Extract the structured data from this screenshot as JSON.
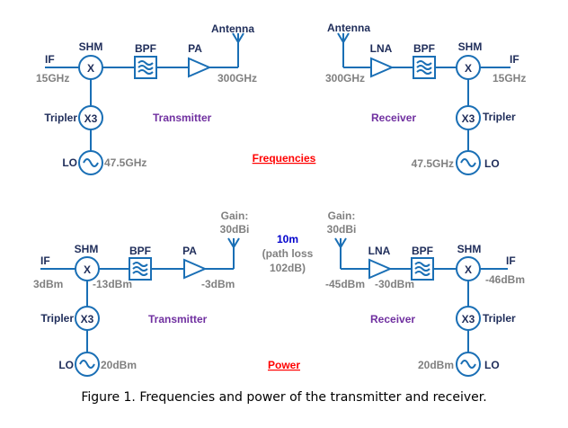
{
  "frequencies": {
    "title": "Frequencies",
    "transmitter": {
      "section_label": "Transmitter",
      "if_label": "IF",
      "if_value": "15GHz",
      "mixer_label": "SHM",
      "mixer_symbol": "X",
      "filter_label": "BPF",
      "amp_label": "PA",
      "antenna_label": "Antenna",
      "antenna_value": "300GHz",
      "tripler_label": "Tripler",
      "tripler_symbol": "X3",
      "lo_label": "LO",
      "lo_value": "47.5GHz"
    },
    "receiver": {
      "section_label": "Receiver",
      "antenna_label": "Antenna",
      "antenna_value": "300GHz",
      "amp_label": "LNA",
      "filter_label": "BPF",
      "mixer_label": "SHM",
      "mixer_symbol": "X",
      "if_label": "IF",
      "if_value": "15GHz",
      "tripler_label": "Tripler",
      "tripler_symbol": "X3",
      "lo_label": "LO",
      "lo_value": "47.5GHz"
    }
  },
  "power": {
    "title": "Power",
    "link": {
      "distance": "10m",
      "path_loss_line1": "(path loss",
      "path_loss_line2": "102dB)"
    },
    "transmitter": {
      "section_label": "Transmitter",
      "if_label": "IF",
      "if_value": "3dBm",
      "mixer_label": "SHM",
      "mixer_symbol": "X",
      "mixer_out_value": "-13dBm",
      "filter_label": "BPF",
      "amp_label": "PA",
      "amp_out_value": "-3dBm",
      "antenna_gain_line1": "Gain:",
      "antenna_gain_line2": "30dBi",
      "tripler_label": "Tripler",
      "tripler_symbol": "X3",
      "lo_label": "LO",
      "lo_value": "20dBm"
    },
    "receiver": {
      "section_label": "Receiver",
      "antenna_gain_line1": "Gain:",
      "antenna_gain_line2": "30dBi",
      "antenna_out_value": "-45dBm",
      "amp_label": "LNA",
      "amp_out_value": "-30dBm",
      "filter_label": "BPF",
      "mixer_label": "SHM",
      "mixer_symbol": "X",
      "if_label": "IF",
      "if_value": "-46dBm",
      "tripler_label": "Tripler",
      "tripler_symbol": "X3",
      "lo_label": "LO",
      "lo_value": "20dBm"
    }
  },
  "caption": "Figure 1. Frequencies and power of the transmitter and receiver."
}
